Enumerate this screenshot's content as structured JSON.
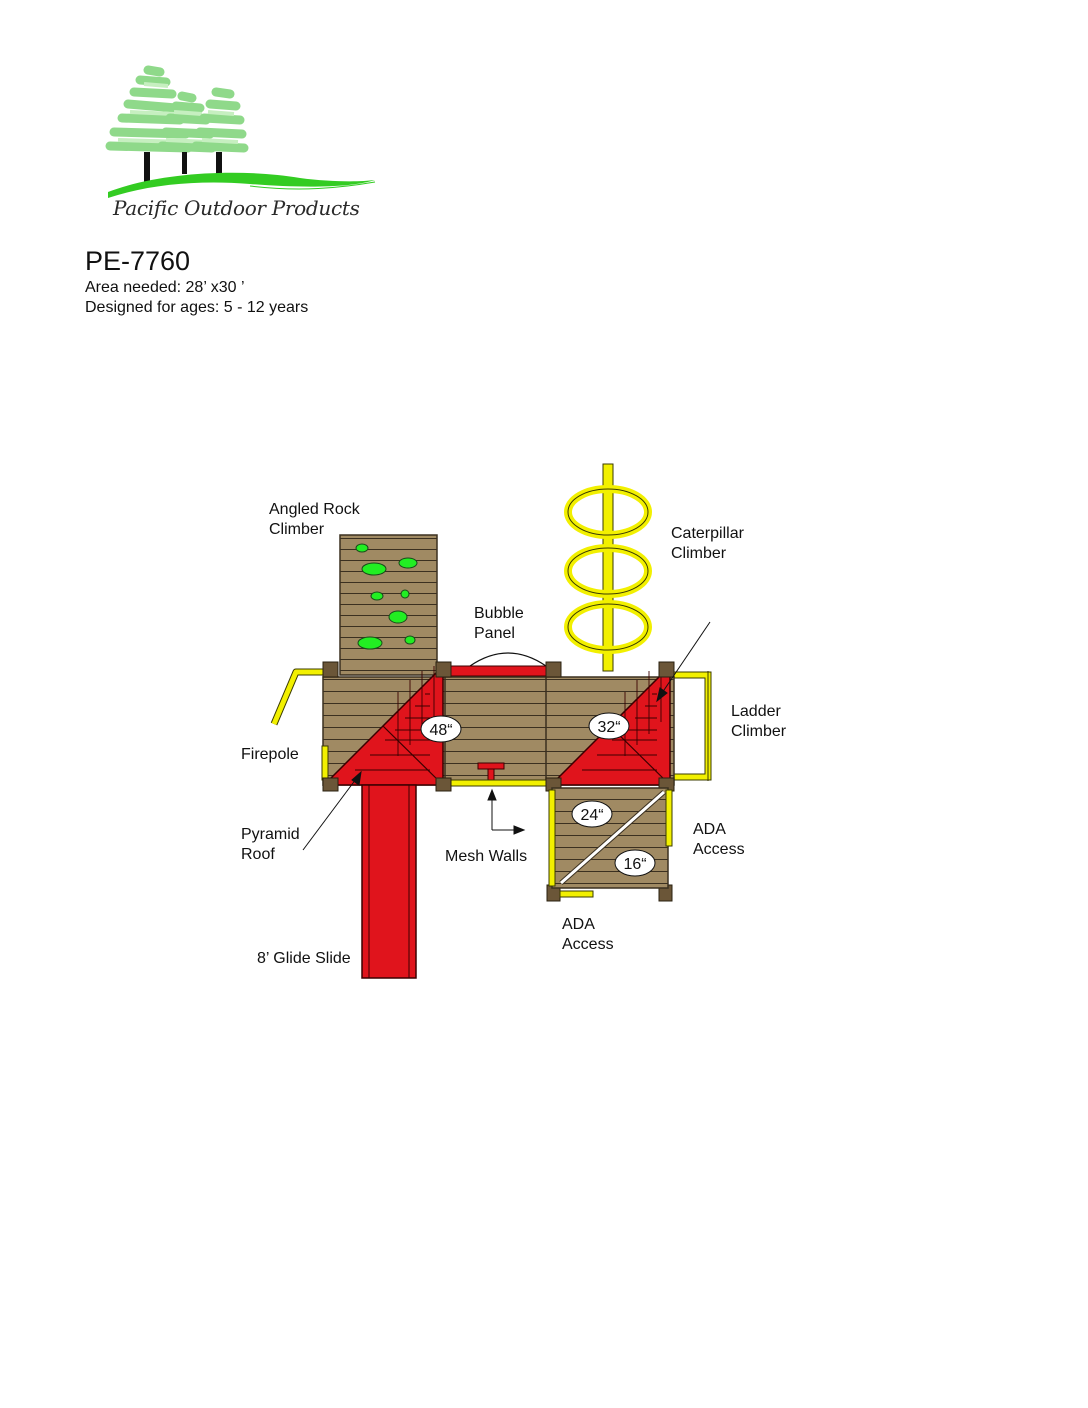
{
  "header": {
    "brand": "Pacific Outdoor Products",
    "model": "PE-7760",
    "area_needed": "Area needed: 28’ x30 ’",
    "ages": "Designed for ages: 5 - 12 years"
  },
  "labels": {
    "angled_rock_climber": "Angled Rock\nClimber",
    "bubble_panel": "Bubble\nPanel",
    "caterpillar_climber": "Caterpillar\nClimber",
    "ladder_climber": "Ladder\nClimber",
    "firepole": "Firepole",
    "pyramid_roof": "Pyramid\nRoof",
    "mesh_walls": "Mesh Walls",
    "ada_access_right": "ADA\nAccess",
    "ada_access_bottom": "ADA\nAccess",
    "glide_slide": "8’ Glide Slide"
  },
  "deck_heights": {
    "left_deck": "48“",
    "right_deck": "32“",
    "ramp_top": "24“",
    "ramp_bottom": "16“"
  },
  "colors": {
    "deck": "#a08a63",
    "plank_line": "#3b3020",
    "post": "#6b5638",
    "roof": "#e0141c",
    "yellow": "#f2f000",
    "rock": "#22ee22",
    "tree_green": "#8fd98a",
    "ground_green": "#33cc22"
  }
}
